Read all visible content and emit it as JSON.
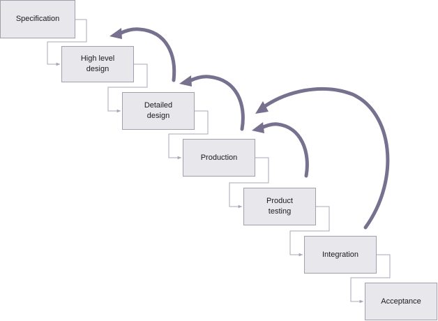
{
  "diagram": {
    "stages": [
      {
        "label": "Specification"
      },
      {
        "label": "High level\ndesign"
      },
      {
        "label": "Detailed\ndesign"
      },
      {
        "label": "Production"
      },
      {
        "label": "Product\ntesting"
      },
      {
        "label": "Integration"
      },
      {
        "label": "Acceptance"
      }
    ],
    "colors": {
      "box_fill": "#e8e7ec",
      "box_border": "#a09fae",
      "connector": "#a8a7b8",
      "feedback_arrow": "#77708e"
    }
  }
}
